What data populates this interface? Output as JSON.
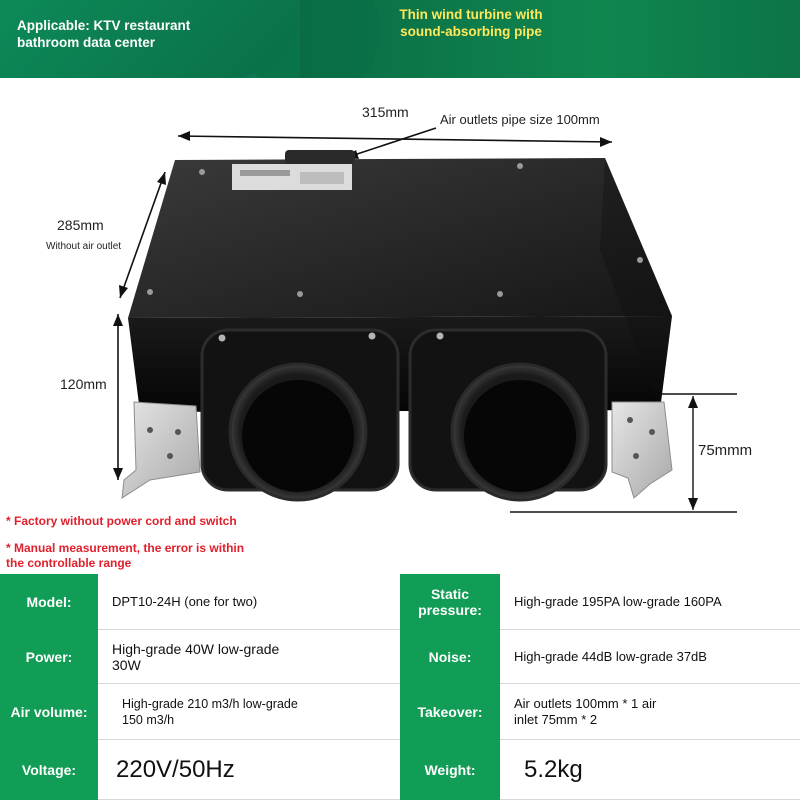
{
  "banner": {
    "left_text": "Applicable: KTV restaurant\nbathroom data center",
    "right_text": "Thin wind turbine with\nsound-absorbing pipe"
  },
  "dimensions": {
    "width": "315mm",
    "outlet_pipe": "Air outlets pipe size 100mm",
    "depth": "285mm",
    "depth_note": "Without air outlet",
    "height": "120mm",
    "inlet": "75mmm"
  },
  "notes": [
    "* Factory without power cord and switch",
    "* Manual measurement, the error is within\nthe controllable range"
  ],
  "specs": {
    "model_label": "Model:",
    "model_value": "DPT10-24H (one for two)",
    "static_label": "Static\npressure:",
    "static_value": "High-grade 195PA low-grade 160PA",
    "power_label": "Power:",
    "power_value": "High-grade 40W low-grade\n30W",
    "noise_label": "Noise:",
    "noise_value": "High-grade 44dB low-grade 37dB",
    "volume_label": "Air volume:",
    "volume_value": "High-grade 210 m3/h low-grade\n150 m3/h",
    "takeover_label": "Takeover:",
    "takeover_value": "Air outlets 100mm * 1 air\ninlet 75mm * 2",
    "voltage_label": "Voltage:",
    "voltage_value": "220V/50Hz",
    "weight_label": "Weight:",
    "weight_value": "5.2kg"
  },
  "colors": {
    "banner_green": "#0b7a4f",
    "label_green": "#119d55",
    "banner_highlight": "#ffe95a",
    "note_red": "#e0202c"
  }
}
